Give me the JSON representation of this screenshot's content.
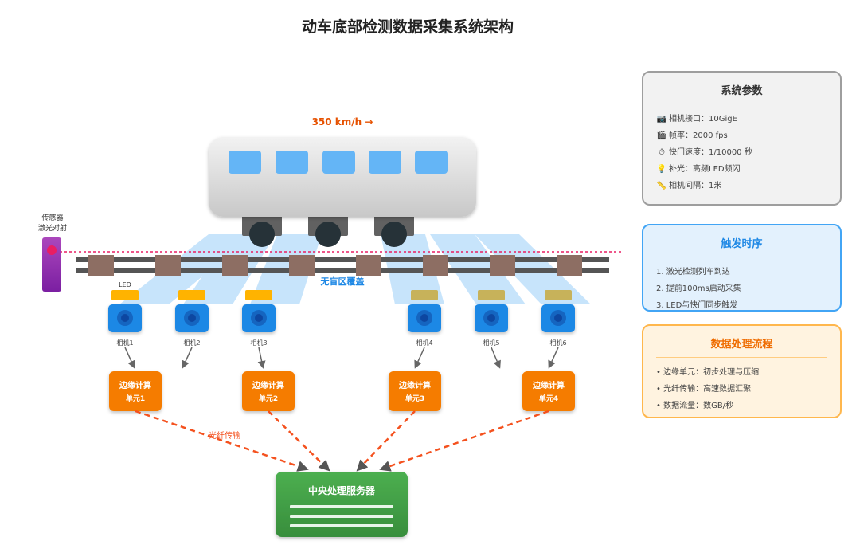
{
  "title": "动车底部检测数据采集系统架构",
  "speed_label": "350 km/h →",
  "sensor": {
    "line1": "传感器",
    "line2": "激光对射"
  },
  "led_label": "LED",
  "coverage_label": "无盲区覆盖",
  "cameras": [
    "相机1",
    "相机2",
    "相机3",
    "相机4",
    "相机5",
    "相机6"
  ],
  "edge_units": [
    {
      "line1": "边缘计算",
      "line2": "单元1"
    },
    {
      "line1": "边缘计算",
      "line2": "单元2"
    },
    {
      "line1": "边缘计算",
      "line2": "单元3"
    },
    {
      "line1": "边缘计算",
      "line2": "单元4"
    }
  ],
  "fiber_label": "光纤传输",
  "server_label": "中央处理服务器",
  "params": {
    "title": "系统参数",
    "items": [
      {
        "icon": "camera-icon",
        "text": "相机接口：10GigE"
      },
      {
        "icon": "film-clapper-icon",
        "text": "帧率：2000 fps"
      },
      {
        "icon": "stopwatch-icon",
        "text": "快门速度：1/10000 秒"
      },
      {
        "icon": "lightbulb-icon",
        "text": "补光：高频LED频闪"
      },
      {
        "icon": "ruler-icon",
        "text": "相机间隔：1米"
      }
    ]
  },
  "trigger": {
    "title": "触发时序",
    "items": [
      "1. 激光检测列车到达",
      "2. 提前100ms启动采集",
      "3. LED与快门同步触发"
    ]
  },
  "flow": {
    "title": "数据处理流程",
    "items": [
      "• 边缘单元：初步处理与压缩",
      "• 光纤传输：高速数据汇聚",
      "• 数据流量：数GB/秒"
    ]
  },
  "colors": {
    "edge": "#f57c00",
    "server": "#43a047",
    "camera": "#1e88e5",
    "led": "#ffb300",
    "laser": "#e91e63",
    "fiber": "#f4511e"
  }
}
